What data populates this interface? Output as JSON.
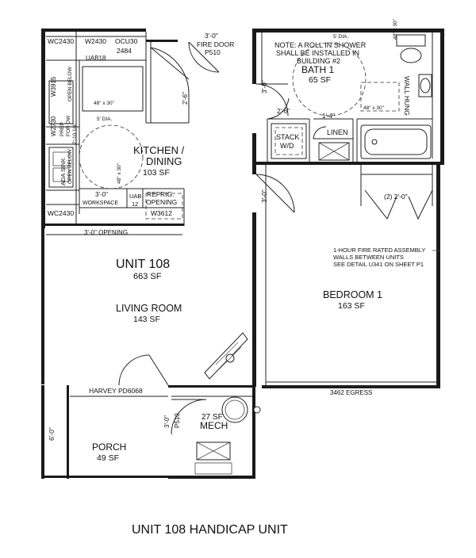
{
  "title": "UNIT 108 HANDICAP UNIT",
  "unit": {
    "name": "UNIT 108",
    "area": "663 SF"
  },
  "rooms": {
    "kitchen": {
      "name_line1": "KITCHEN /",
      "name_line2": "DINING",
      "area": "103 SF"
    },
    "living": {
      "name": "LIVING ROOM",
      "area": "143 SF"
    },
    "bath": {
      "name": "BATH 1",
      "area": "65 SF"
    },
    "bedroom": {
      "name": "BEDROOM 1",
      "area": "163 SF"
    },
    "porch": {
      "name": "PORCH",
      "area": "49 SF"
    },
    "mech": {
      "name": "MECH",
      "area": "27 SF"
    },
    "linen": "LINEN",
    "stack_line1": "STACK",
    "stack_line2": "W/D"
  },
  "cabinets": {
    "wc2430_top": "WC2430",
    "w2430": "W2430",
    "ocu30": "OCU30",
    "ocu_num": "2484",
    "uab18": "UAB18",
    "w3915": "W3915",
    "open_below_1": "OPEN BELOW",
    "w2730": "W2730",
    "prep_dw_1": "PREP",
    "prep_dw_2": "FOR DW",
    "dim_2_10": "2'-10 1/4\"",
    "open_below_2": "OPEN BELOW",
    "ada_sink": "ADA SINK",
    "wc2430_bottom": "WC2430",
    "workspace_dim": "3'-0\"",
    "workspace": "WORKSPACE",
    "uab12_1": "UAB",
    "uab12_2": "12",
    "refrig_1": "REFRIG.",
    "refrig_2": "OPENING",
    "w3612": "W3612",
    "opening": "3'-0\" OPENING",
    "counter_48": "48\" x 30\"",
    "counter_48b": "48\" x 30\"",
    "dia_5": "5' DIA.",
    "counter_30": "48\" x 30\""
  },
  "doors": {
    "fire_dim": "3'-0\"",
    "fire_door": "FIRE DOOR",
    "fire_code": "P510",
    "dim_2_6_left": "2'-6\"",
    "dim_3_0_bath": "3'-0\"",
    "dim_2_6_closet": "2'-6\"",
    "dim_1_4": "1'-4\"",
    "dim_3_0_bed": "3'-0\"",
    "dim_2_2_0": "(2) 2'-0\"",
    "mech_dim": "3'-0\"",
    "mech_code": "P510",
    "harvey": "HARVEY PD6068",
    "egress": "3462 EGRESS",
    "porch_dim": "6'-0\""
  },
  "notes": {
    "roll_in_1": "NOTE: A ROLL IN SHOWER",
    "roll_in_2": "SHALL BE INSTALLED IN",
    "roll_in_3": "BUILDING #2",
    "wall_hung": "WALL HUNG",
    "fire_rated_1": "1-HOUR FIRE RATED ASSEMBLY",
    "fire_rated_2": "WALLS BETWEEN UNITS",
    "fire_rated_3": "SEE DETAIL U341 ON SHEET P1",
    "bath_dia": "5' DIA.",
    "toilet_dim": "48\" x 30\"",
    "vanity_dim": "48\" x 30\""
  }
}
